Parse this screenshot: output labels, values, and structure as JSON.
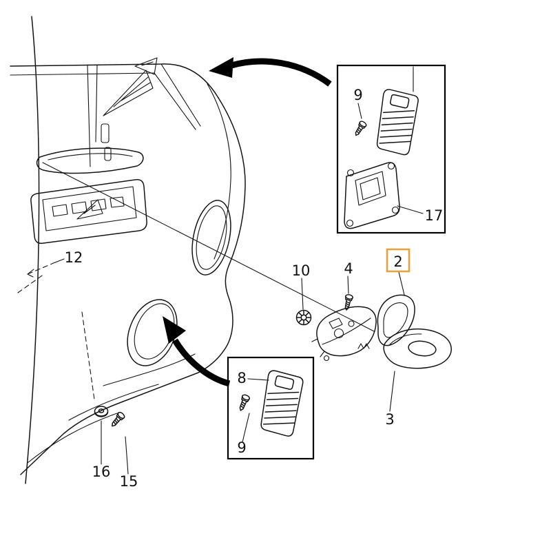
{
  "diagram": {
    "background_color": "#ffffff",
    "line_color": "#141414",
    "highlight_color": "#e8a23c",
    "highlighted_part": "2"
  },
  "labels": {
    "part2": "2",
    "part3": "3",
    "part4": "4",
    "part8": "8",
    "part9_top": "9",
    "part9_bottom": "9",
    "part10": "10",
    "part12": "12",
    "part15": "15",
    "part16": "16",
    "part17": "17"
  }
}
